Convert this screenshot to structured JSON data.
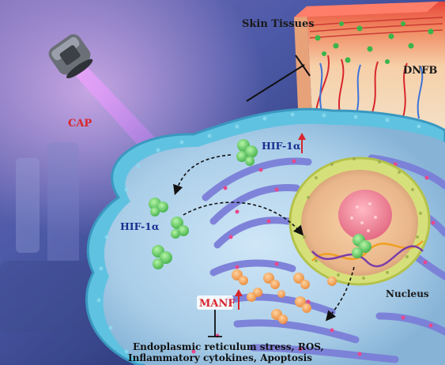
{
  "labels": {
    "skin_tissues": "Skin Tissues",
    "dnfb": "DNFB",
    "cap": "CAP",
    "hif_top": "HIF-1α",
    "hif_left": "HIF-1α",
    "nucleus": "Nucleus",
    "manf": "MANF",
    "effects_line1": "Endoplasmic reticulum stress, ROS,",
    "effects_line2": "Inflammatory cytokines, Apoptosis"
  },
  "colors": {
    "cap_label": "#d8262c",
    "hif_label": "#1a2d8f",
    "manf_label": "#d8262c",
    "up_arrow": "#d8262c",
    "protein_green": "#6fd06a",
    "manf_protein": "#f2a35a",
    "membrane": "#4fb6d8",
    "er": "#7b7fd8",
    "nucleus_envelope": "#d6e07a",
    "nucleolus": "#f08a9a",
    "skin_top": "#e9463a",
    "skin_body": "#f6cfa8"
  },
  "icons": [
    "plasma-device-icon",
    "up-arrow-icon",
    "inhibition-icon",
    "dashed-arrow-icon"
  ]
}
